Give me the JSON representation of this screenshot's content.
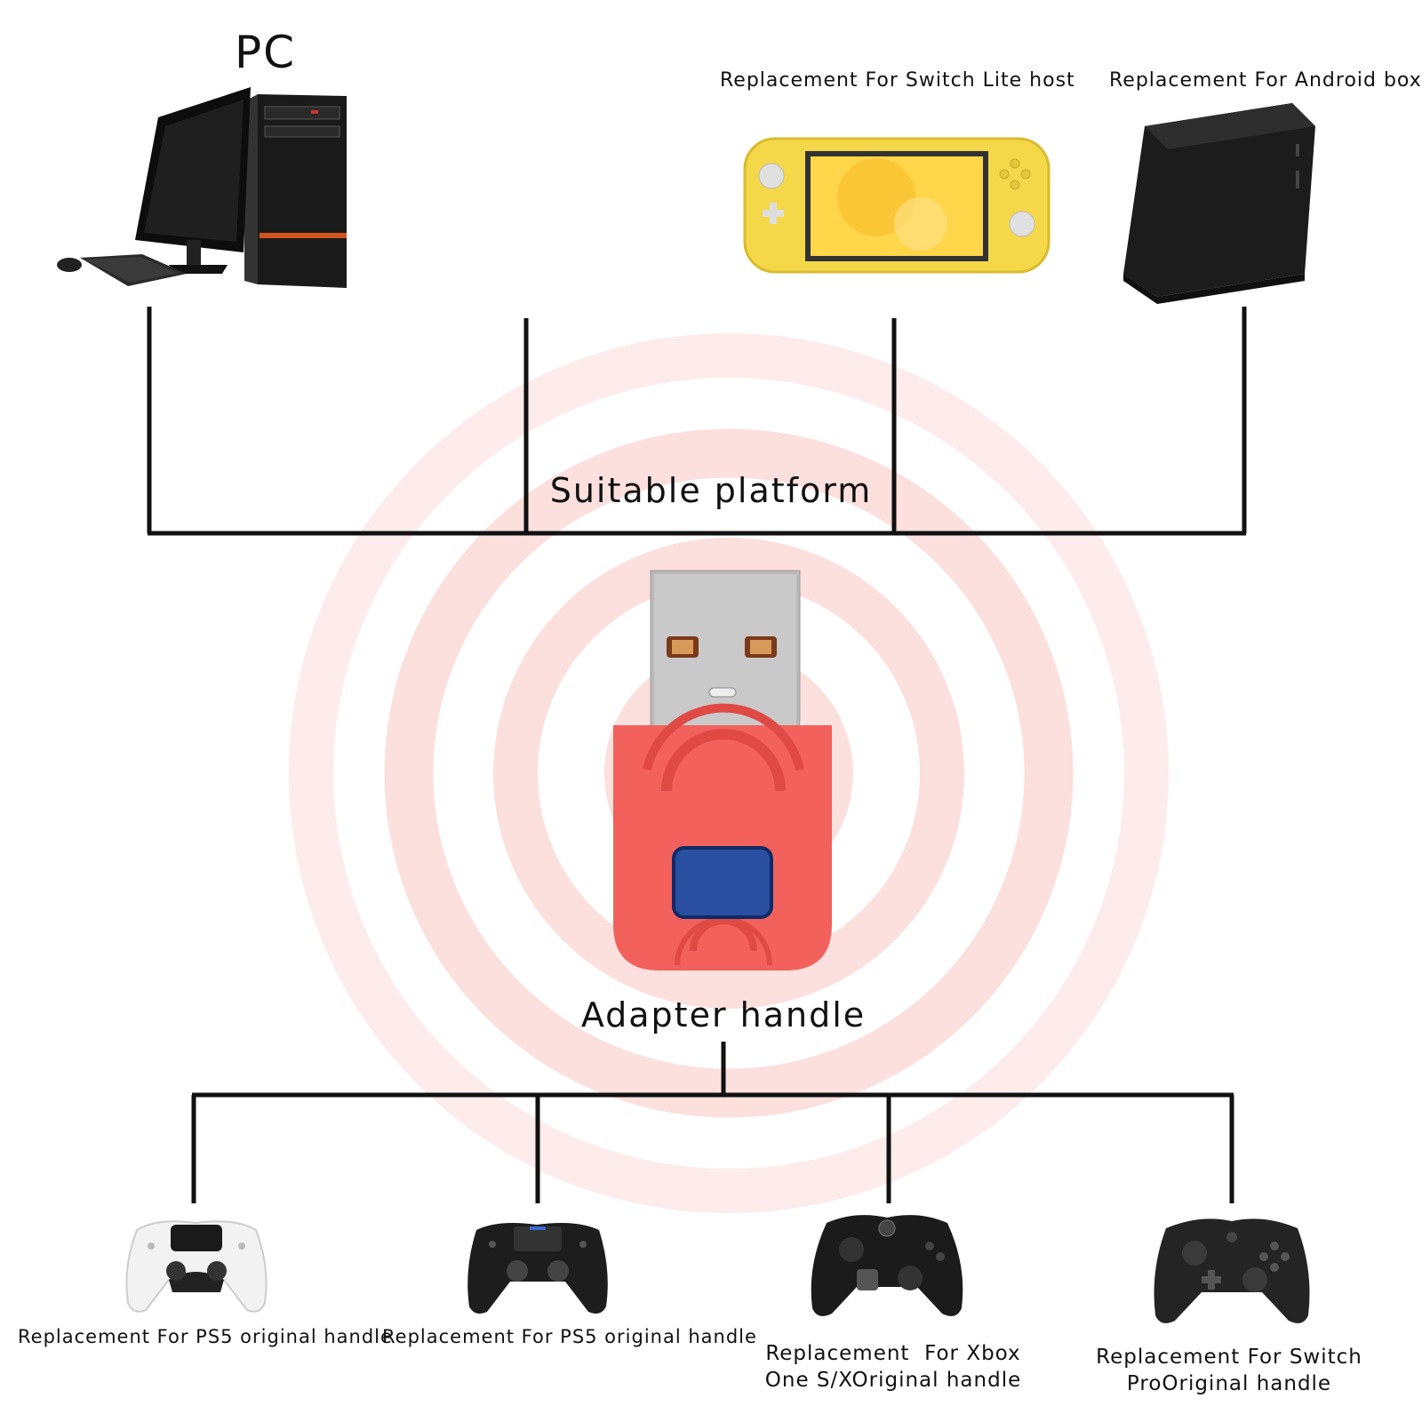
{
  "top_devices": {
    "pc": {
      "label": "PC",
      "icon": "desktop-pc-icon"
    },
    "switch_lite": {
      "label": "Replacement For Switch Lite host",
      "icon": "switch-lite-icon"
    },
    "android_box": {
      "label": "Replacement For Android box",
      "icon": "android-box-icon"
    }
  },
  "platform_label": "Suitable platform",
  "adapter": {
    "label": "Adapter handle",
    "icon": "usb-adapter-icon",
    "body_color": "#f2615c",
    "button_color": "#2a4fa0"
  },
  "handles": [
    {
      "label": "Replacement For PS5 original handle",
      "icon": "ps5-controller-icon"
    },
    {
      "label": "Replacement For PS5 original handle",
      "icon": "ps4-controller-icon"
    },
    {
      "label": "Replacement  For Xbox\nOne S/XOriginal handle",
      "icon": "xbox-controller-icon"
    },
    {
      "label": "Replacement For Switch\nProOriginal handle",
      "icon": "switch-pro-controller-icon"
    }
  ],
  "colors": {
    "lines": "#111111",
    "glow": "#f8c9c6",
    "switch_lite": "#f4d84a"
  }
}
